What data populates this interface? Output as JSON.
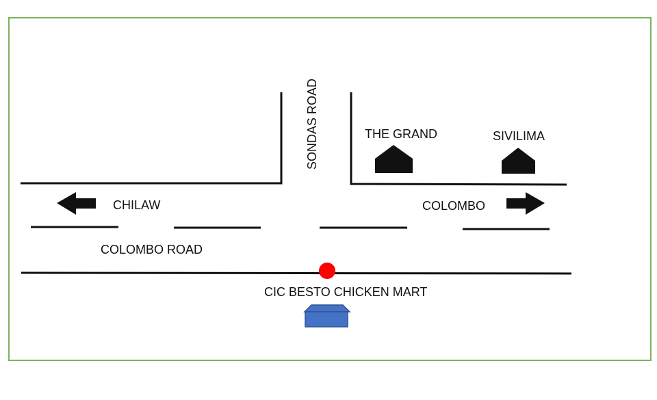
{
  "labels": {
    "sondas_road": "SONDAS ROAD",
    "chilaw": "CHILAW",
    "colombo": "COLOMBO",
    "colombo_road": "COLOMBO ROAD",
    "the_grand": "THE GRAND",
    "sivilima": "SIVILIMA",
    "shop": "CIC BESTO CHICKEN MART"
  },
  "icons": {
    "left_arrow": "arrow-left-icon",
    "right_arrow": "arrow-right-icon",
    "building": "house-icon",
    "shop": "shop-icon",
    "location_marker": "location-dot-icon"
  },
  "colors": {
    "border": "#7cb35d",
    "road_line": "#111111",
    "marker": "#ff0000",
    "shop": "#4472c4",
    "building": "#111111"
  }
}
